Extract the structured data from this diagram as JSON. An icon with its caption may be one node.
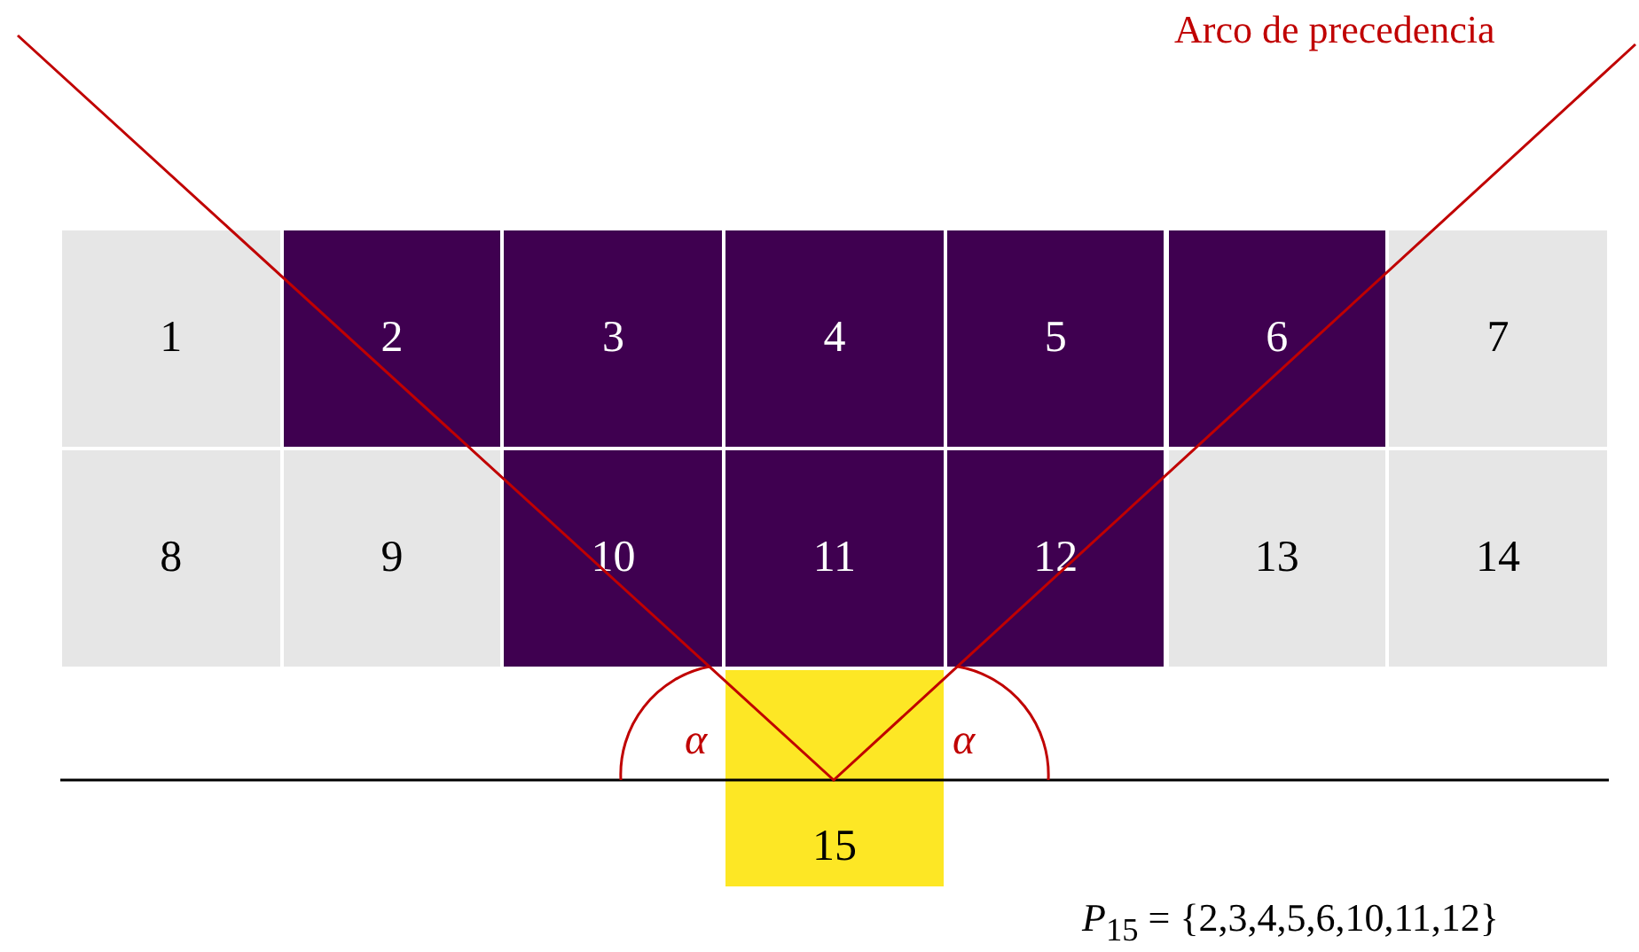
{
  "diagram": {
    "nodes": [
      {
        "text": [
          "1"
        ]
      },
      {
        "text": [
          "2"
        ]
      },
      {
        "text": [
          "3"
        ]
      },
      {
        "text": [
          "4"
        ]
      },
      {
        "text": [
          "5"
        ]
      },
      {
        "text": [
          "6"
        ]
      },
      {
        "text": [
          "7"
        ]
      },
      {
        "text": [
          "8"
        ]
      },
      {
        "text": [
          "9"
        ]
      },
      {
        "text": [
          "10"
        ]
      },
      {
        "text": [
          "11"
        ]
      },
      {
        "text": [
          "12"
        ]
      },
      {
        "text": [
          "13"
        ]
      },
      {
        "text": [
          "14"
        ]
      },
      {
        "text": [
          "15"
        ]
      }
    ],
    "labels": [
      "Arco de precedencia",
      "α",
      "α",
      "*P*$_{15}$ = {2,3,4,5,6,10,11,12}"
    ]
  }
}
